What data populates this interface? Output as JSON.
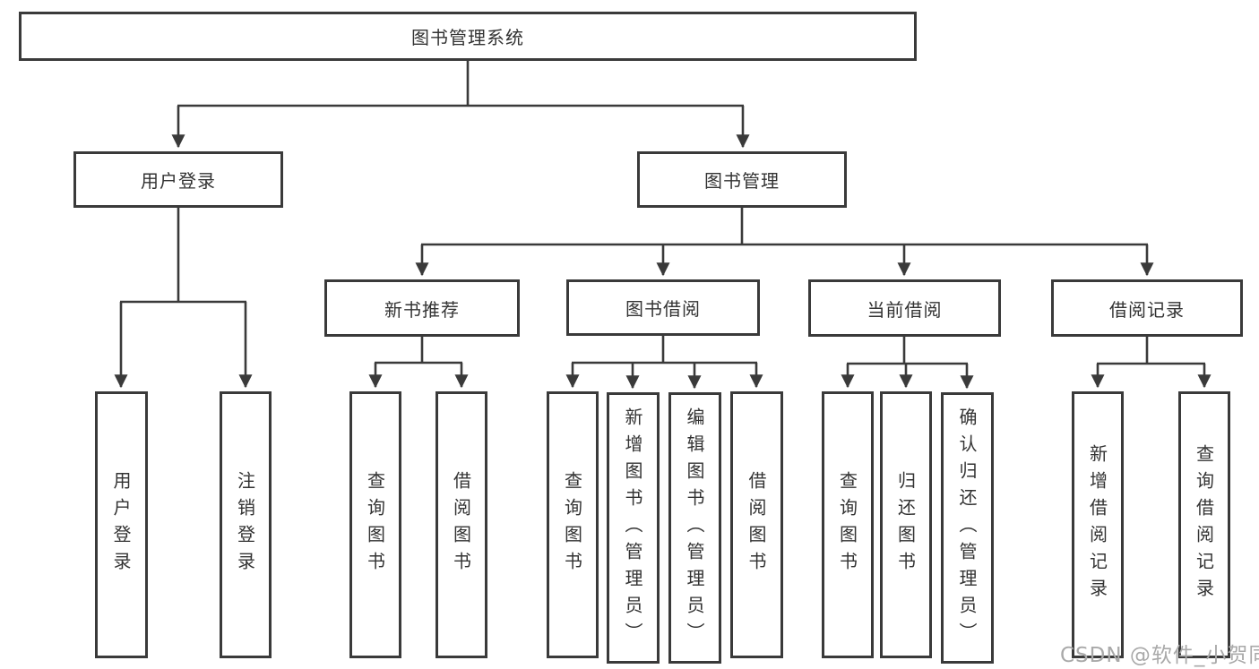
{
  "diagram": {
    "root": {
      "label": "图书管理系统"
    },
    "level2": {
      "user_login": {
        "label": "用户登录"
      },
      "book_mgmt": {
        "label": "图书管理"
      }
    },
    "level3": {
      "new_books": {
        "label": "新书推荐"
      },
      "book_borrow": {
        "label": "图书借阅"
      },
      "current_borrow": {
        "label": "当前借阅"
      },
      "borrow_records": {
        "label": "借阅记录"
      }
    },
    "leaves": {
      "user_login": [
        "用户登录",
        "注销登录"
      ],
      "new_books": [
        "查询图书",
        "借阅图书"
      ],
      "book_borrow": [
        "查询图书",
        "新增图书（管理员）",
        "编辑图书（管理员）",
        "借阅图书"
      ],
      "current_borrow": [
        "查询图书",
        "归还图书",
        "确认归还（管理员）"
      ],
      "borrow_records": [
        "新增借阅记录",
        "查询借阅记录"
      ]
    }
  },
  "watermark": {
    "text": "CSDN @软件_小贺同学"
  },
  "colors": {
    "line": "#3a3a3a",
    "box_border": "#3a3a3a",
    "box_bg": "#ffffff",
    "text": "#333333",
    "watermark": "#a9a9a9"
  }
}
